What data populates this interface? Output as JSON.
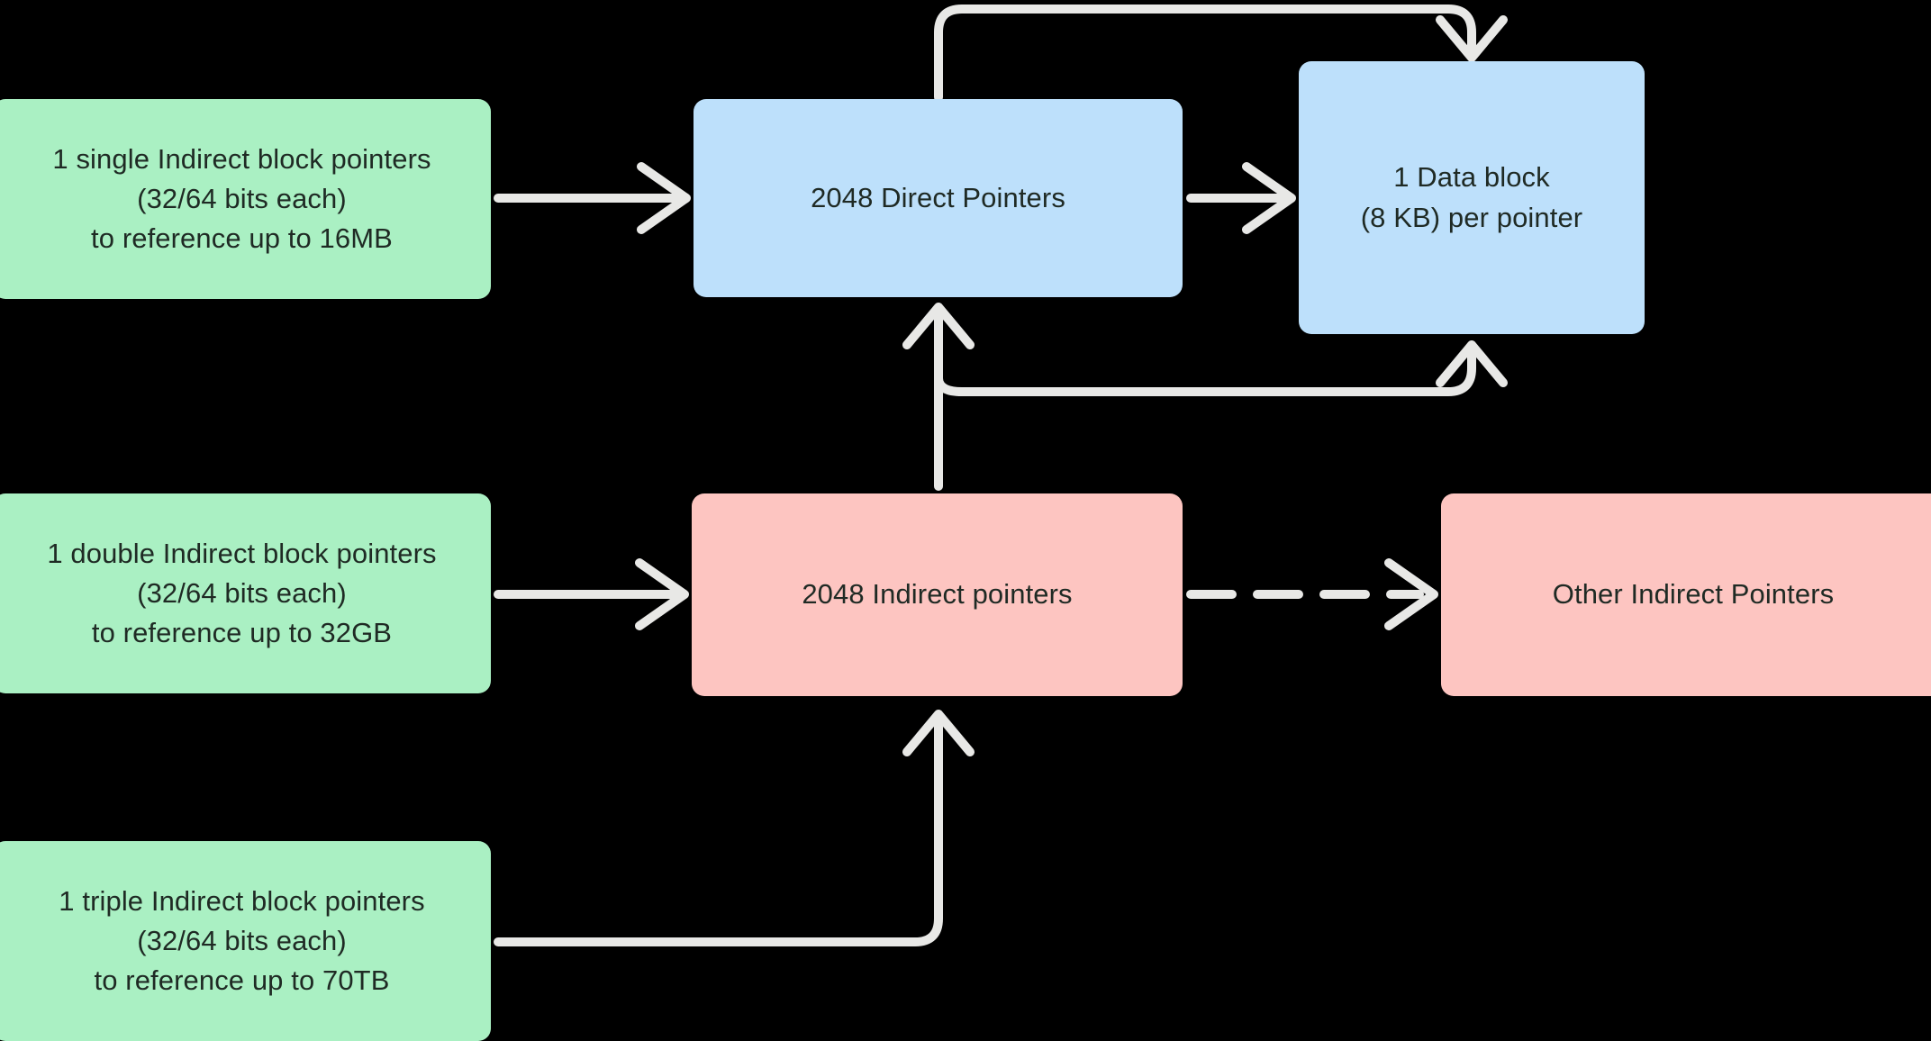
{
  "diagram": {
    "title": "Unix inode block pointer indirection diagram",
    "background_color": "#000000",
    "edge_color": "#e8e8e6",
    "text_color": "#1f2a24",
    "colors": {
      "green": "#aaf0c3",
      "blue": "#bde0fb",
      "pink": "#fdc5c1"
    }
  },
  "nodes": {
    "single_indirect": {
      "id": "node-single",
      "color": "green",
      "lines": [
        "1 single Indirect block pointers",
        "(32/64 bits each)",
        "to reference up to 16MB"
      ],
      "text": "1 single Indirect block pointers\n(32/64 bits each)\nto reference up to 16MB"
    },
    "double_indirect": {
      "id": "node-double",
      "color": "green",
      "lines": [
        "1 double Indirect block pointers",
        "(32/64 bits each)",
        "to reference up to 32GB"
      ],
      "text": "1 double Indirect block pointers\n(32/64 bits each)\nto reference up to 32GB"
    },
    "triple_indirect": {
      "id": "node-triple",
      "color": "green",
      "lines": [
        "1 triple Indirect block pointers",
        "(32/64 bits each)",
        "to reference up to 70TB"
      ],
      "text": "1 triple Indirect block pointers\n(32/64 bits each)\nto reference up to 70TB"
    },
    "direct_pointers": {
      "id": "node-direct",
      "color": "blue",
      "lines": [
        "2048 Direct Pointers"
      ],
      "text": "2048 Direct Pointers"
    },
    "data_block": {
      "id": "node-datablock",
      "color": "blue",
      "lines": [
        "1 Data block",
        "(8 KB) per pointer"
      ],
      "text": "1 Data block\n(8 KB) per pointer"
    },
    "indirect_pointers": {
      "id": "node-indirect",
      "color": "pink",
      "lines": [
        "2048 Indirect pointers"
      ],
      "text": "2048 Indirect pointers"
    },
    "other_indirect_pointers": {
      "id": "node-other",
      "color": "pink",
      "lines": [
        "Other Indirect Pointers"
      ],
      "text": "Other Indirect Pointers"
    }
  },
  "edges": [
    {
      "name": "single-to-direct",
      "from": "single_indirect",
      "to": "direct_pointers",
      "style": "solid",
      "label": ""
    },
    {
      "name": "direct-to-datablock",
      "from": "direct_pointers",
      "to": "data_block",
      "style": "solid",
      "label": ""
    },
    {
      "name": "direct-top-to-datablock",
      "from": "direct_pointers",
      "to": "data_block",
      "style": "solid",
      "label": ""
    },
    {
      "name": "double-to-indirect",
      "from": "double_indirect",
      "to": "indirect_pointers",
      "style": "solid",
      "label": ""
    },
    {
      "name": "indirect-to-direct",
      "from": "indirect_pointers",
      "to": "direct_pointers",
      "style": "solid",
      "label": ""
    },
    {
      "name": "indirect-to-datablock",
      "from": "indirect_pointers",
      "to": "data_block",
      "style": "solid",
      "label": ""
    },
    {
      "name": "indirect-to-other",
      "from": "indirect_pointers",
      "to": "other_indirect_pointers",
      "style": "dashed",
      "label": ""
    },
    {
      "name": "triple-to-indirect",
      "from": "triple_indirect",
      "to": "indirect_pointers",
      "style": "solid",
      "label": ""
    }
  ]
}
